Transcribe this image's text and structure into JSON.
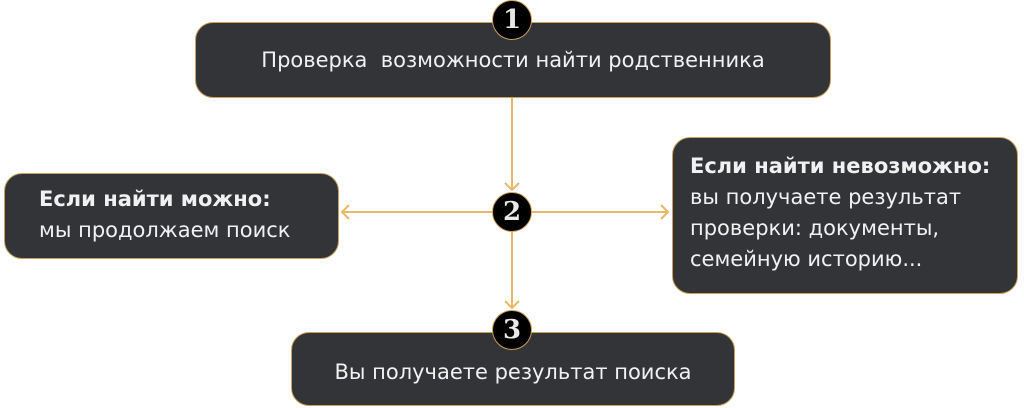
{
  "steps": [
    {
      "number": "1",
      "text": "Проверка  возможности найти родственника"
    },
    {
      "number": "2"
    },
    {
      "number": "3",
      "text": "Вы получаете результат поиска"
    }
  ],
  "left": {
    "title": "Если найти можно:",
    "text": "мы продолжаем поиск"
  },
  "right": {
    "title": "Если найти невозможно:",
    "lines": [
      "вы получаете результат",
      "проверки: документы,",
      "семейную историю..."
    ]
  },
  "colors": {
    "box": "#333438",
    "accent": "#e8b864",
    "circle": "#000000"
  }
}
